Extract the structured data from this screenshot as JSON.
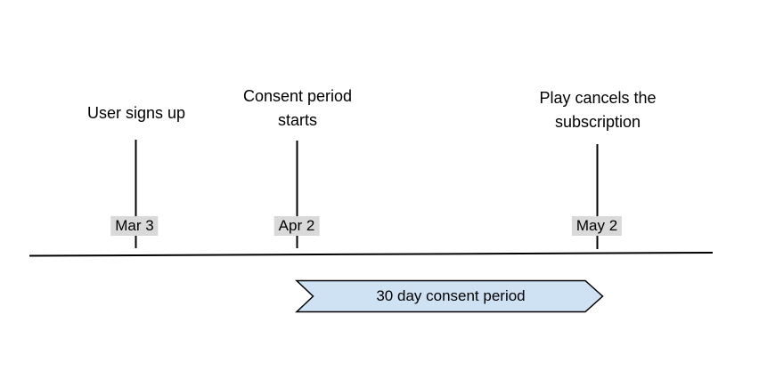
{
  "diagram": {
    "background": "#ffffff",
    "events": [
      {
        "label": "User signs up",
        "date": "Mar 3"
      },
      {
        "label": "Consent period starts",
        "date": "Apr 2"
      },
      {
        "label": "Play cancels the subscription",
        "date": "May 2"
      }
    ],
    "period_arrow": {
      "label": "30 day consent period",
      "fill": "#cfe2f3",
      "stroke": "#000000"
    },
    "colors": {
      "axis_line": "#000000",
      "tick_line": "#000000",
      "date_badge_bg": "#d9d9d9",
      "text": "#000000"
    }
  }
}
